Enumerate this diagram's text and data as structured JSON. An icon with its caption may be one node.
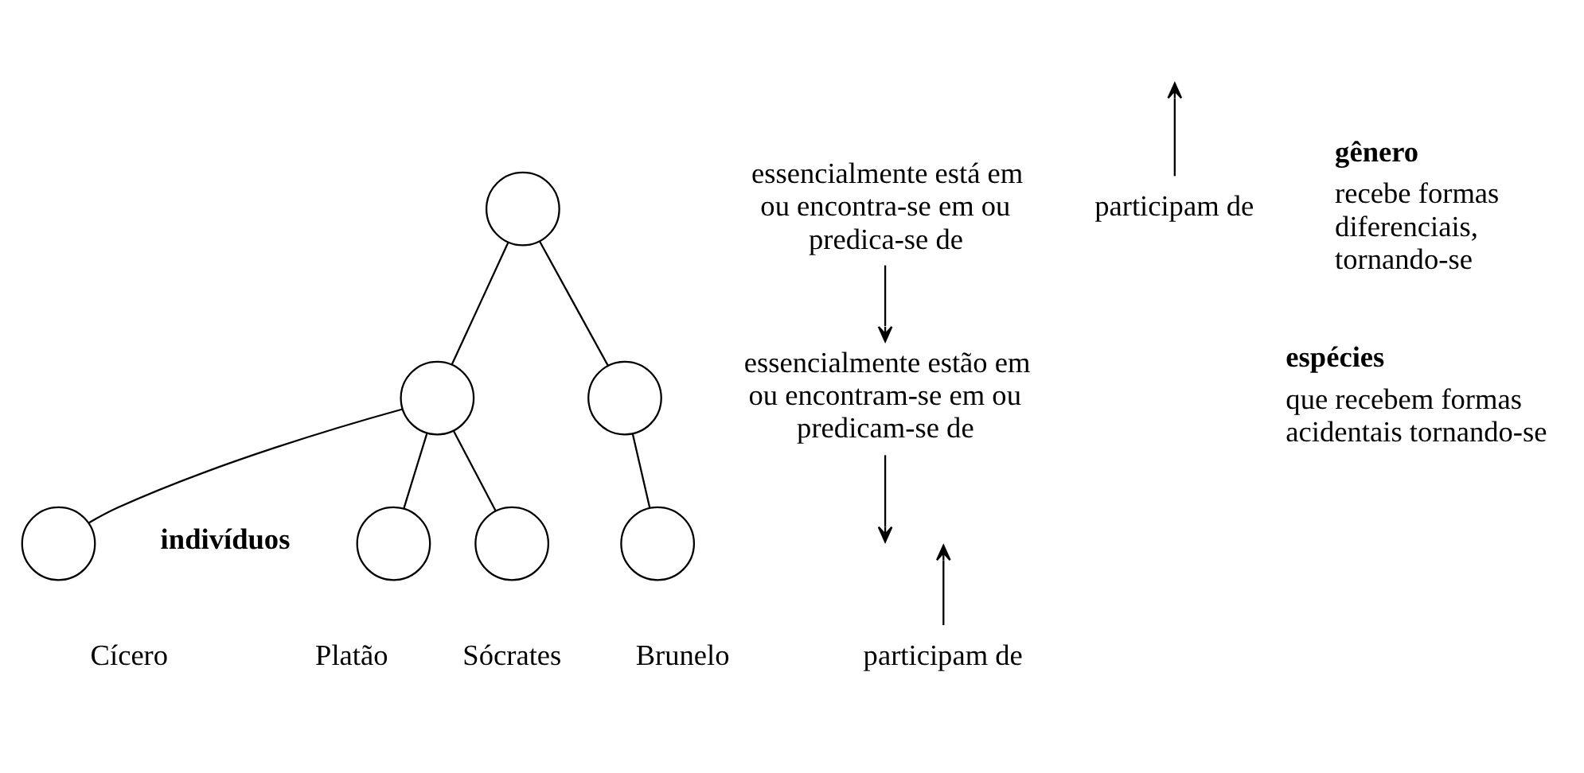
{
  "diagram": {
    "nodes": [
      {
        "text": [],
        "shape": "circle"
      },
      {
        "text": [],
        "shape": "circle"
      },
      {
        "text": [],
        "shape": "circle"
      },
      {
        "text": [],
        "shape": "circle",
        "beside": [
          "Cícero"
        ]
      },
      {
        "text": [],
        "shape": "circle",
        "beside": [
          "Platão"
        ]
      },
      {
        "text": [],
        "shape": "circle",
        "beside": [
          "Sócrates"
        ]
      },
      {
        "text": [],
        "shape": "circle",
        "beside": [
          "Brunelo"
        ]
      },
      {
        "text": [
          "essencialmente está em ou encontra-se em ou predica-se de"
        ]
      },
      {
        "text": [
          "essencialmente estão em ou encontram-se em ou predicam-se de"
        ]
      },
      {
        "text": [
          "participam de"
        ]
      },
      {
        "text": [
          "participam de"
        ]
      }
    ],
    "edges": [
      {
        "from": 0,
        "to": 1,
        "arrow": "none"
      },
      {
        "from": 0,
        "to": 2,
        "arrow": "none"
      },
      {
        "from": 1,
        "to": 3,
        "arrow": "none"
      },
      {
        "from": 1,
        "to": 4,
        "arrow": "none"
      },
      {
        "from": 1,
        "to": 5,
        "arrow": "none"
      },
      {
        "from": 2,
        "to": 6,
        "arrow": "none"
      },
      {
        "from": 7,
        "to": 8,
        "arrow": "to"
      },
      {
        "from": 8,
        "to": null,
        "arrow": "to"
      },
      {
        "from": 9,
        "to": null,
        "arrow": "to"
      },
      {
        "from": 10,
        "to": null,
        "arrow": "to"
      }
    ],
    "labels": [
      "gênero",
      "recebe formas diferenciais, tornando-se",
      "espécies",
      "que recebem formas acidentais tornando-se",
      "indivíduos"
    ]
  }
}
